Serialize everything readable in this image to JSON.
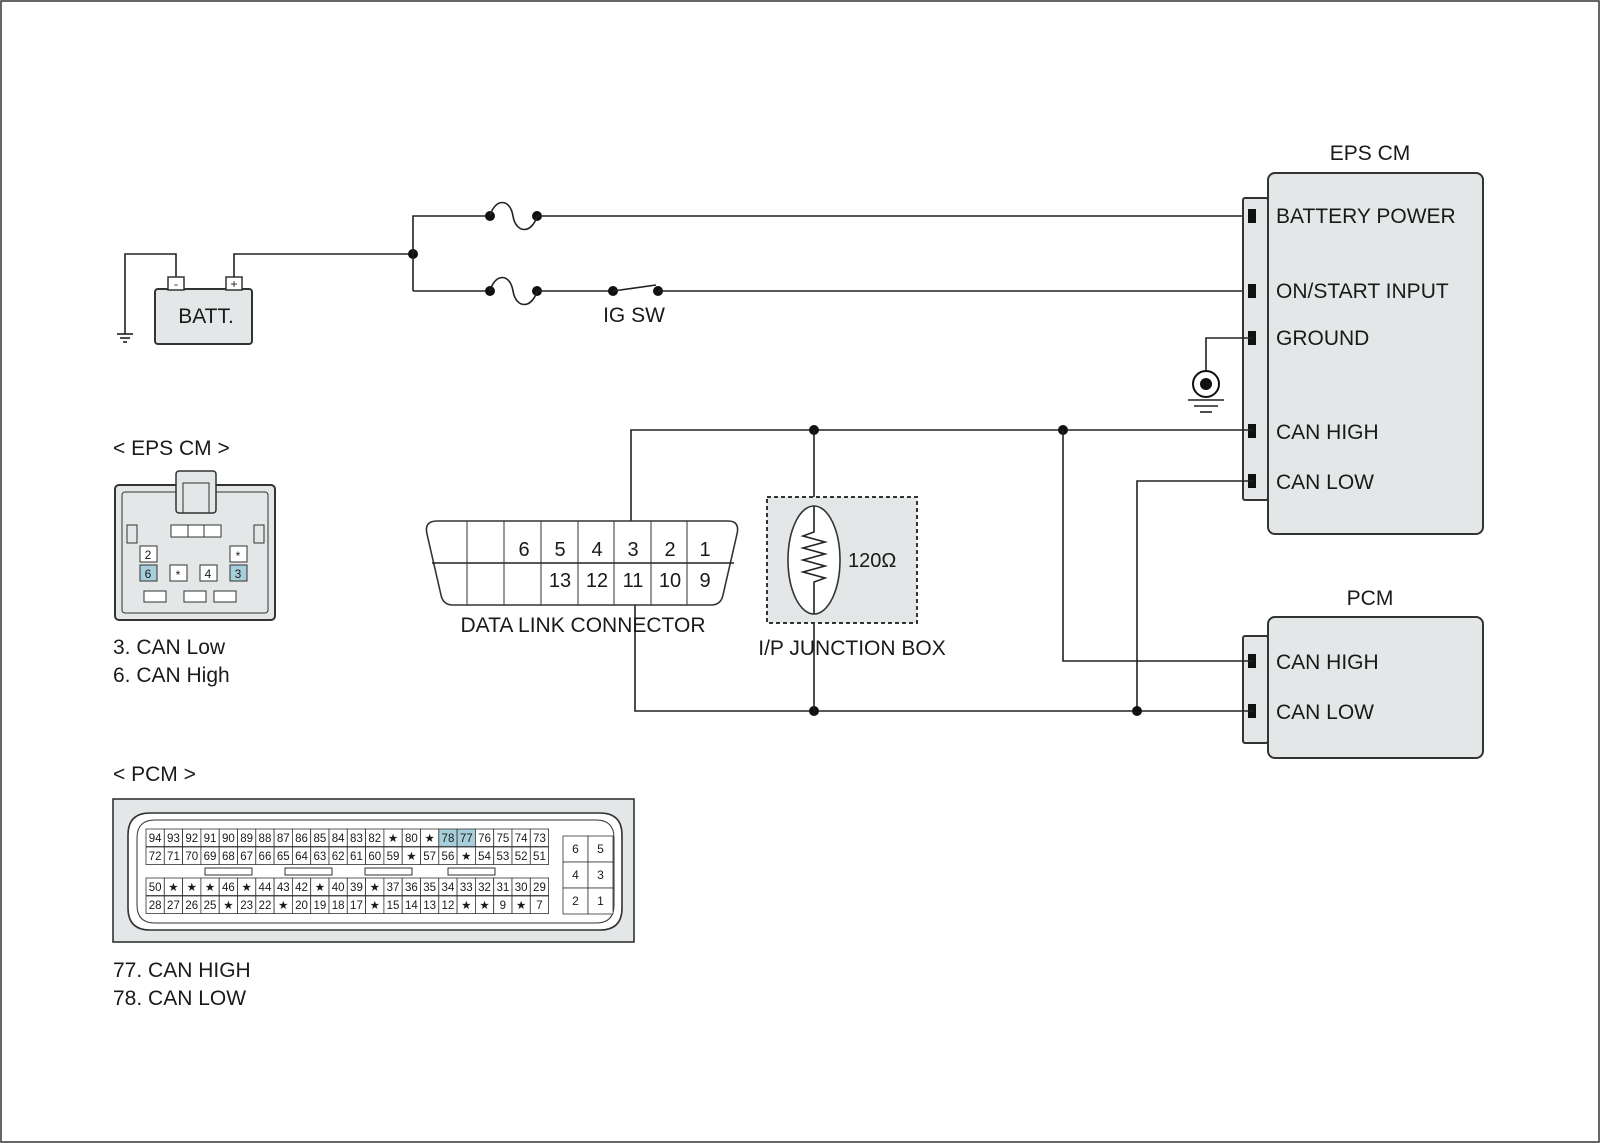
{
  "battery": {
    "label": "BATT.",
    "neg": "-",
    "pos": "+"
  },
  "ig_switch": {
    "label": "IG SW"
  },
  "eps_cm": {
    "title": "EPS CM",
    "pins": [
      "BATTERY POWER",
      "ON/START INPUT",
      "GROUND",
      "CAN HIGH",
      "CAN LOW"
    ]
  },
  "pcm": {
    "title": "PCM",
    "pins": [
      "CAN HIGH",
      "CAN LOW"
    ]
  },
  "dlc": {
    "label": "DATA LINK CONNECTOR",
    "top_row": [
      "6",
      "5",
      "4",
      "3",
      "2",
      "1"
    ],
    "bottom_row": [
      "13",
      "12",
      "11",
      "10",
      "9"
    ]
  },
  "junction_box": {
    "label": "I/P JUNCTION BOX",
    "resistor": "120Ω"
  },
  "eps_connector": {
    "title": "< EPS CM >",
    "top_pins": [
      "2",
      "*"
    ],
    "bottom_pins": [
      "6",
      "*",
      "4",
      "3"
    ],
    "notes": [
      "3. CAN Low",
      "6. CAN High"
    ]
  },
  "pcm_connector": {
    "title": "< PCM >",
    "rows": [
      [
        "94",
        "93",
        "92",
        "91",
        "90",
        "89",
        "88",
        "87",
        "86",
        "85",
        "84",
        "83",
        "82",
        "★",
        "80",
        "★",
        "78",
        "77",
        "76",
        "75",
        "74",
        "73"
      ],
      [
        "72",
        "71",
        "70",
        "69",
        "68",
        "67",
        "66",
        "65",
        "64",
        "63",
        "62",
        "61",
        "60",
        "59",
        "★",
        "57",
        "56",
        "★",
        "54",
        "53",
        "52",
        "51"
      ],
      [
        "50",
        "★",
        "★",
        "★",
        "46",
        "★",
        "44",
        "43",
        "42",
        "★",
        "40",
        "39",
        "★",
        "37",
        "36",
        "35",
        "34",
        "33",
        "32",
        "31",
        "30",
        "29"
      ],
      [
        "28",
        "27",
        "26",
        "25",
        "★",
        "23",
        "22",
        "★",
        "20",
        "19",
        "18",
        "17",
        "★",
        "15",
        "14",
        "13",
        "12",
        "★",
        "★",
        "9",
        "★",
        "7"
      ]
    ],
    "side_grid": [
      [
        "6",
        "5"
      ],
      [
        "4",
        "3"
      ],
      [
        "2",
        "1"
      ]
    ],
    "highlight": [
      "78",
      "77"
    ],
    "notes": [
      "77. CAN HIGH",
      "78. CAN LOW"
    ]
  },
  "colors": {
    "box_fill": "#e3e7e7",
    "highlight": "#a6cfdb",
    "wire": "#222222"
  }
}
